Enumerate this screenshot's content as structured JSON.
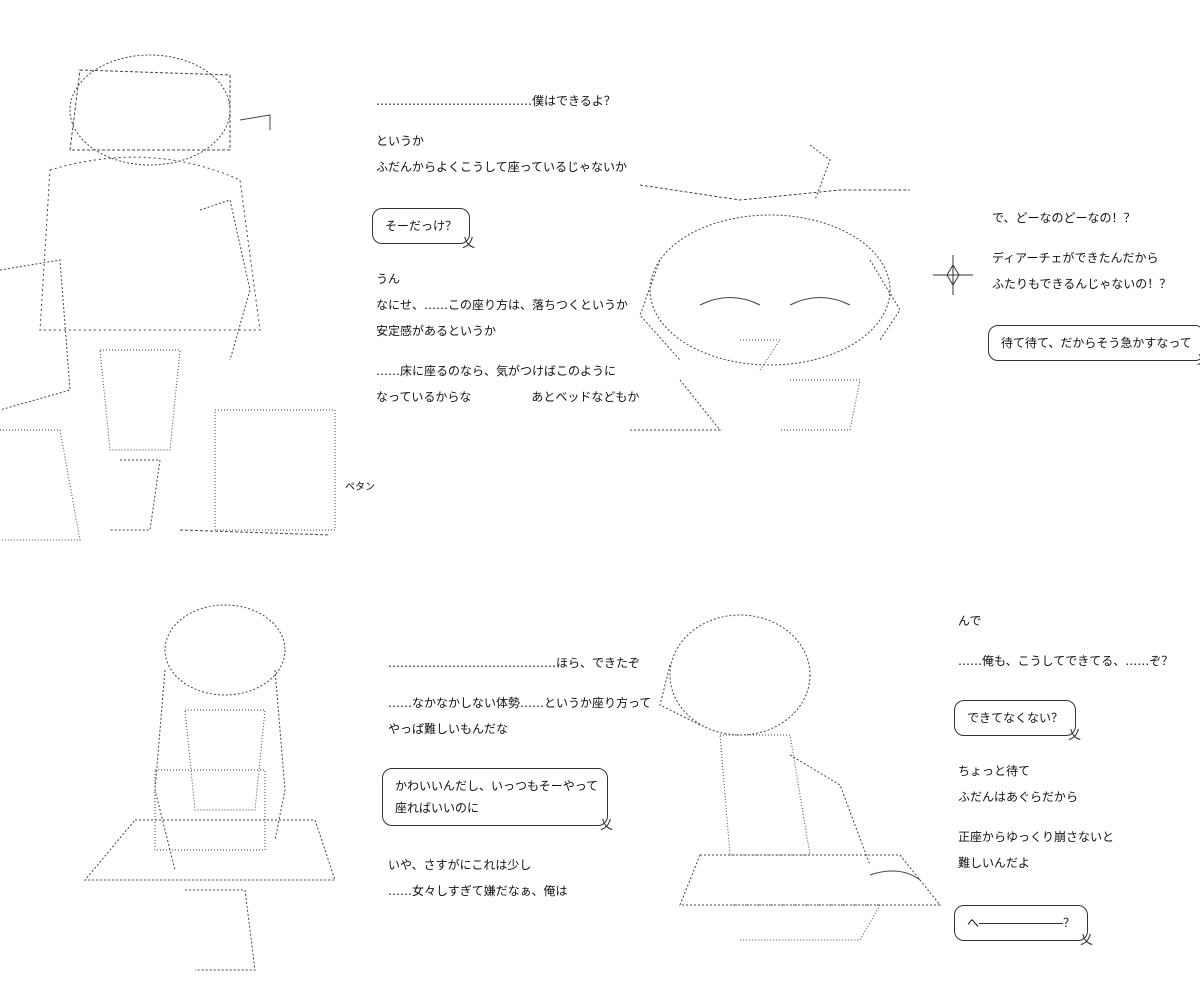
{
  "panel1": {
    "lines": [
      "…………………………………僕はできるよ？",
      "",
      "というか",
      "ふだんからよくこうして座っているじゃないか"
    ],
    "bubble": "そーだっけ？",
    "lines2": [
      "うん",
      "なにせ、……この座り方は、落ちつくというか",
      "安定感があるというか",
      "",
      "……床に座るのなら、気がつけばこのように",
      "なっているからな　　　　　あとベッドなどもか"
    ],
    "sfx": "ペタン"
  },
  "panel2": {
    "lines": [
      "で、どーなのどーなの！？",
      "",
      "ディアーチェができたんだから",
      "ふたりもできるんじゃないの！？"
    ],
    "bubble": "待て待て、だからそう急かすなって"
  },
  "panel3": {
    "lines": [
      "……………………………………ほら、できたぞ",
      "",
      "……なかなかしない体勢……というか座り方って",
      "やっぱ難しいもんだな"
    ],
    "bubble_line1": "かわいいんだし、いっつもそーやって",
    "bubble_line2": "座ればいいのに",
    "lines2": [
      "いや、さすがにこれは少し",
      "……女々しすぎて嫌だなぁ、俺は"
    ]
  },
  "panel4": {
    "lines": [
      "んで",
      "……俺も、こうしてできてる、……ぞ？"
    ],
    "bubble": "できてなくない？",
    "lines2": [
      "ちょっと待て",
      "ふだんはあぐらだから",
      "",
      "正座からゆっくり崩さないと",
      "難しいんだよ"
    ],
    "bubble2": "へ―――――――？"
  }
}
